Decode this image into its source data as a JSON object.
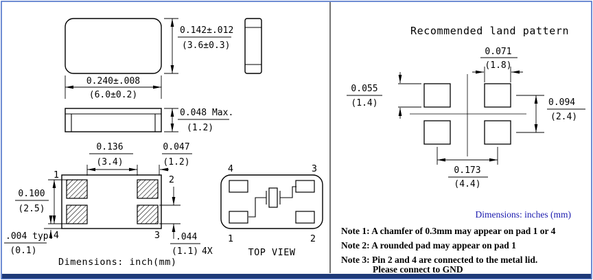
{
  "colors": {
    "frame_border": "#4a6fc8",
    "footer_bar": "#1e3a78",
    "dims_text_blue": "#1a1aae"
  },
  "drawing": {
    "front_view": {
      "height_inch": "0.142±.012",
      "height_mm": "(3.6±0.3)",
      "width_inch": "0.240±.008",
      "width_mm": "(6.0±0.2)"
    },
    "profile_view": {
      "thickness_inch": "0.048 Max.",
      "thickness_mm": "(1.2)"
    },
    "bottom_view": {
      "pad_span_inch": "0.136",
      "pad_span_mm": "(3.4)",
      "pad_width_inch": "0.047",
      "pad_width_mm": "(1.2)",
      "pad_row_inch": "0.100",
      "pad_row_mm": "(2.5)",
      "edge_gap_inch": ".004 typ.",
      "edge_gap_mm": "(0.1)",
      "pad_len_inch": ".044",
      "pad_len_mm": "(1.1)",
      "pad_len_qty": "4X",
      "pin_tl": "1",
      "pin_tr": "2",
      "pin_bl": "4",
      "pin_br": "3",
      "dims_label": "Dimensions: inch(mm)"
    },
    "top_view": {
      "pin_tl": "4",
      "pin_tr": "3",
      "pin_bl": "1",
      "pin_br": "2",
      "label": "TOP VIEW"
    }
  },
  "land_pattern": {
    "title": "Recommended land pattern",
    "pad_w_inch": "0.071",
    "pad_w_mm": "(1.8)",
    "pad_h_inch": "0.055",
    "pad_h_mm": "(1.4)",
    "row_pitch_inch": "0.094",
    "row_pitch_mm": "(2.4)",
    "col_pitch_inch": "0.173",
    "col_pitch_mm": "(4.4)",
    "dims_label": "Dimensions: inches (mm)"
  },
  "notes": {
    "note1": "Note 1: A chamfer of 0.3mm may appear on pad 1 or 4",
    "note2": "Note 2: A rounded pad may appear on pad 1",
    "note3": "Note 3: Pin 2 and 4 are connected to the metal lid.",
    "note3_cont": "Please connect to GND"
  }
}
